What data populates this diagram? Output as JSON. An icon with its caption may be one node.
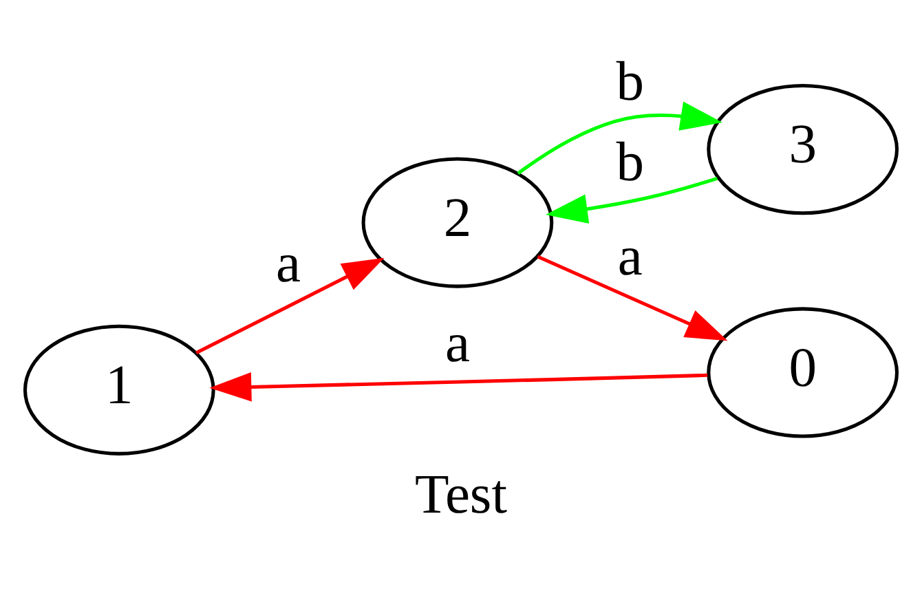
{
  "diagram": {
    "title": "Test",
    "nodes": [
      {
        "text": [
          "1"
        ]
      },
      {
        "text": [
          "2"
        ]
      },
      {
        "text": [
          "3"
        ]
      },
      {
        "text": [
          "0"
        ]
      }
    ],
    "edges": [
      {
        "from": 3,
        "to": 0,
        "arrow": "to",
        "label": "a",
        "color": "#ff0000"
      },
      {
        "from": 0,
        "to": 1,
        "arrow": "to",
        "label": "a",
        "color": "#ff0000"
      },
      {
        "from": 1,
        "to": 3,
        "arrow": "to",
        "label": "a",
        "color": "#ff0000"
      },
      {
        "from": 1,
        "to": 2,
        "arrow": "to",
        "label": "b",
        "color": "#00ff00"
      },
      {
        "from": 2,
        "to": 1,
        "arrow": "to",
        "label": "b",
        "color": "#00ff00"
      }
    ]
  }
}
